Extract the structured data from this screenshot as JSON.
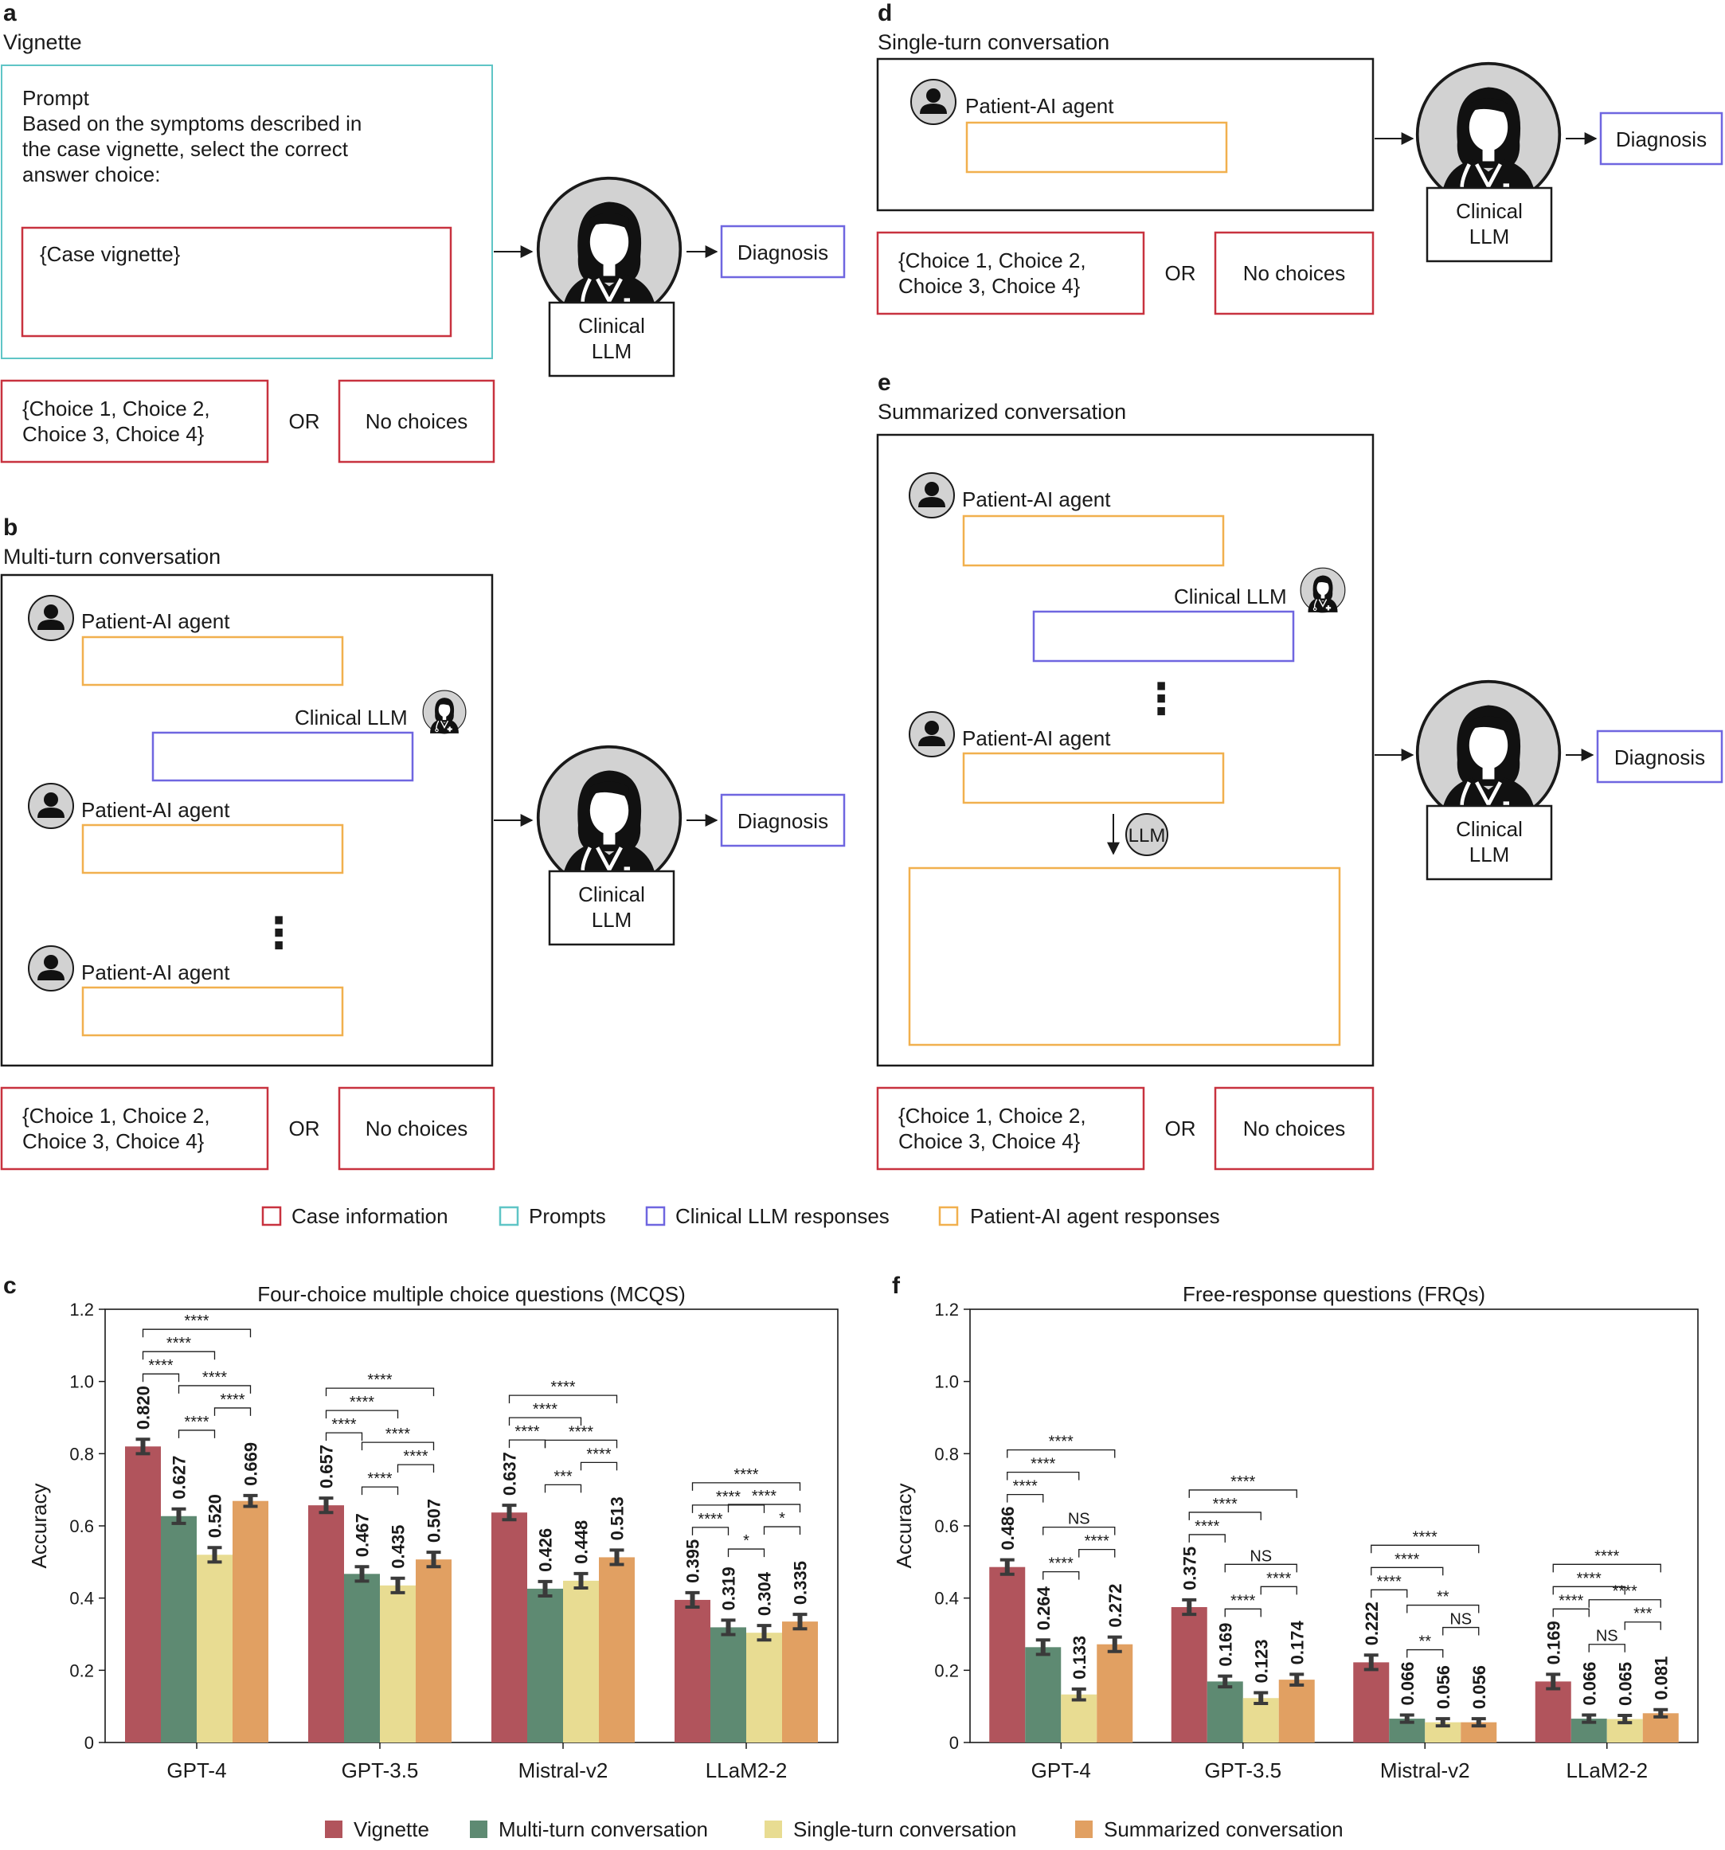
{
  "panels": {
    "a": {
      "letter": "a",
      "title": "Vignette",
      "prompt_lines": [
        "Prompt",
        "Based on the symptoms described in",
        "the case vignette, select the correct",
        "answer choice:"
      ],
      "case_box": "{Case vignette}",
      "clinical": [
        "Clinical",
        "LLM"
      ],
      "diagnosis": "Diagnosis",
      "choices": [
        "{Choice 1, Choice 2,",
        "Choice 3, Choice 4}"
      ],
      "or": "OR",
      "no_choices": "No choices"
    },
    "b": {
      "letter": "b",
      "title": "Multi-turn conversation",
      "patient_label": "Patient-AI agent",
      "clinical_label": "Clinical LLM",
      "dots": "⋮",
      "clinical": [
        "Clinical",
        "LLM"
      ],
      "diagnosis": "Diagnosis",
      "choices": [
        "{Choice 1, Choice 2,",
        "Choice 3, Choice 4}"
      ],
      "or": "OR",
      "no_choices": "No choices"
    },
    "d": {
      "letter": "d",
      "title": "Single-turn conversation",
      "patient_label": "Patient-AI agent",
      "clinical": [
        "Clinical",
        "LLM"
      ],
      "diagnosis": "Diagnosis",
      "choices": [
        "{Choice 1, Choice 2,",
        "Choice 3, Choice 4}"
      ],
      "or": "OR",
      "no_choices": "No choices"
    },
    "e": {
      "letter": "e",
      "title": "Summarized conversation",
      "patient_label": "Patient-AI agent",
      "clinical_label": "Clinical LLM",
      "llm_badge": "LLM",
      "dots": "⋮",
      "clinical": [
        "Clinical",
        "LLM"
      ],
      "diagnosis": "Diagnosis",
      "choices": [
        "{Choice 1, Choice 2,",
        "Choice 3, Choice 4}"
      ],
      "or": "OR",
      "no_choices": "No choices"
    }
  },
  "box_legend": [
    {
      "label": "Case information",
      "color": "#c8323f"
    },
    {
      "label": "Prompts",
      "color": "#5fc5c6"
    },
    {
      "label": "Clinical LLM responses",
      "color": "#6f66e0"
    },
    {
      "label": "Patient-AI agent responses",
      "color": "#f1b04e"
    }
  ],
  "colors": {
    "case": "#c8323f",
    "prompt": "#5fc5c6",
    "clinical": "#6f66e0",
    "patient": "#f1b04e"
  },
  "bar_legend": [
    {
      "label": "Vignette",
      "color": "#b1545c"
    },
    {
      "label": "Multi-turn conversation",
      "color": "#5e8a72"
    },
    {
      "label": "Single-turn conversation",
      "color": "#e8dc92"
    },
    {
      "label": "Summarized conversation",
      "color": "#e1a062"
    }
  ],
  "chart_data": [
    {
      "panel": "c",
      "type": "bar",
      "title": "Four-choice multiple choice questions (MCQS)",
      "ylabel": "Accuracy",
      "ylim": [
        0,
        1.2
      ],
      "yticks": [
        "0",
        "0.2",
        "0.4",
        "0.6",
        "0.8",
        "1.0",
        "1.2"
      ],
      "categories": [
        "GPT-4",
        "GPT-3.5",
        "Mistral-v2",
        "LLaM2-2"
      ],
      "series": [
        {
          "name": "Vignette",
          "values": [
            0.82,
            0.657,
            0.637,
            0.395
          ],
          "labels": [
            "0.820",
            "0.657",
            "0.637",
            "0.395"
          ],
          "err": [
            0.02,
            0.02,
            0.02,
            0.02
          ]
        },
        {
          "name": "Multi-turn conversation",
          "values": [
            0.627,
            0.467,
            0.426,
            0.319
          ],
          "labels": [
            "0.627",
            "0.467",
            "0.426",
            "0.319"
          ],
          "err": [
            0.02,
            0.02,
            0.02,
            0.02
          ]
        },
        {
          "name": "Single-turn conversation",
          "values": [
            0.52,
            0.435,
            0.448,
            0.304
          ],
          "labels": [
            "0.520",
            "0.435",
            "0.448",
            "0.304"
          ],
          "err": [
            0.02,
            0.02,
            0.02,
            0.02
          ]
        },
        {
          "name": "Summarized conversation",
          "values": [
            0.669,
            0.507,
            0.513,
            0.335
          ],
          "labels": [
            "0.669",
            "0.507",
            "0.513",
            "0.335"
          ],
          "err": [
            0.015,
            0.02,
            0.02,
            0.02
          ]
        }
      ],
      "significance": [
        [
          "****",
          "****",
          "****",
          "****",
          "****",
          "****"
        ],
        [
          "****",
          "****",
          "****",
          "****",
          "****",
          "****"
        ],
        [
          "****",
          "****",
          "****",
          "***",
          "****",
          "****"
        ],
        [
          "****",
          "****",
          "****",
          "*",
          "****",
          "*"
        ]
      ]
    },
    {
      "panel": "f",
      "type": "bar",
      "title": "Free-response questions (FRQs)",
      "ylabel": "Accuracy",
      "ylim": [
        0,
        1.2
      ],
      "yticks": [
        "0",
        "0.2",
        "0.4",
        "0.6",
        "0.8",
        "1.0",
        "1.2"
      ],
      "categories": [
        "GPT-4",
        "GPT-3.5",
        "Mistral-v2",
        "LLaM2-2"
      ],
      "series": [
        {
          "name": "Vignette",
          "values": [
            0.486,
            0.375,
            0.222,
            0.169
          ],
          "labels": [
            "0.486",
            "0.375",
            "0.222",
            "0.169"
          ],
          "err": [
            0.02,
            0.02,
            0.02,
            0.02
          ]
        },
        {
          "name": "Multi-turn conversation",
          "values": [
            0.264,
            0.169,
            0.066,
            0.066
          ],
          "labels": [
            "0.264",
            "0.169",
            "0.066",
            "0.066"
          ],
          "err": [
            0.02,
            0.015,
            0.01,
            0.01
          ]
        },
        {
          "name": "Single-turn conversation",
          "values": [
            0.133,
            0.123,
            0.056,
            0.065
          ],
          "labels": [
            "0.133",
            "0.123",
            "0.056",
            "0.065"
          ],
          "err": [
            0.015,
            0.015,
            0.01,
            0.01
          ]
        },
        {
          "name": "Summarized conversation",
          "values": [
            0.272,
            0.174,
            0.056,
            0.081
          ],
          "labels": [
            "0.272",
            "0.174",
            "0.056",
            "0.081"
          ],
          "err": [
            0.02,
            0.015,
            0.01,
            0.01
          ]
        }
      ],
      "significance": [
        [
          "****",
          "****",
          "****",
          "****",
          "NS",
          "****"
        ],
        [
          "****",
          "****",
          "****",
          "****",
          "NS",
          "****"
        ],
        [
          "****",
          "****",
          "****",
          "**",
          "**",
          "NS"
        ],
        [
          "****",
          "****",
          "****",
          "NS",
          "****",
          "***"
        ]
      ]
    }
  ]
}
